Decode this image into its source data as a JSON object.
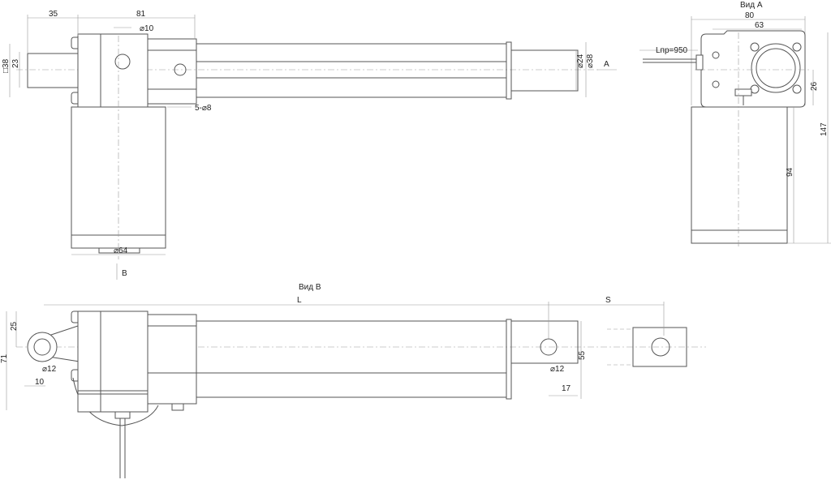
{
  "top_view": {
    "dim_35": "35",
    "dim_81": "81",
    "dim_d10": "⌀10",
    "dim_sq38": "□38",
    "dim_23": "23",
    "dim_5d8": "5-⌀8",
    "dim_d24": "⌀24",
    "dim_d38": "⌀38",
    "arrow_a": "A",
    "dim_d64": "⌀64",
    "arrow_b": "B"
  },
  "view_a": {
    "title": "Вид А",
    "dim_80": "80",
    "dim_63": "63",
    "cable": "Lпр=950",
    "dim_26": "26",
    "dim_147": "147",
    "dim_94": "94"
  },
  "view_b": {
    "title": "Вид В",
    "dim_l": "L",
    "dim_s": "S",
    "dim_25": "25",
    "dim_71": "71",
    "dim_d12_left": "⌀12",
    "dim_10": "10",
    "dim_d12_right": "⌀12",
    "dim_55": "55",
    "dim_17": "17"
  }
}
